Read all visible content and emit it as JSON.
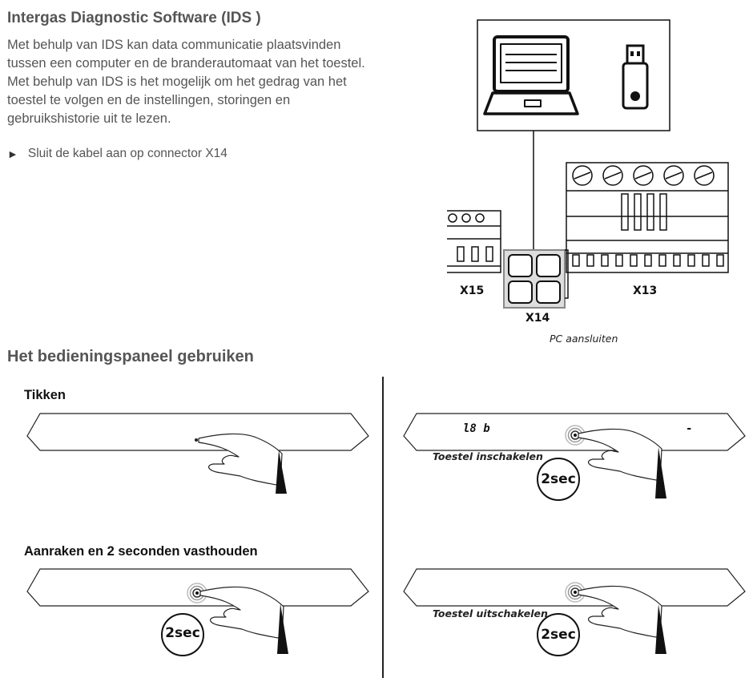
{
  "ids_section": {
    "title": "Intergas Diagnostic Software (IDS )",
    "body": "Met behulp van IDS kan data communicatie plaatsvinden tussen een computer en de branderautomaat van het toestel. Met behulp van IDS is het mogelijk om het gedrag van het toestel te volgen en de instellingen, storingen en gebruikshistorie uit te lezen.",
    "bullet": "Sluit de kabel aan op connector X14",
    "bullet_icon": "triangle-right-icon"
  },
  "connector_diagram": {
    "labels": {
      "x15": "X15",
      "x14": "X14",
      "x13": "X13"
    },
    "caption": "PC aansluiten",
    "icons": [
      "laptop-icon",
      "usb-stick-icon"
    ]
  },
  "panel_section": {
    "title": "Het bedieningspaneel gebruiken",
    "tap_title": "Tikken",
    "hold_title": "Aanraken en 2 seconden vasthouden",
    "hold_badge": "2sec",
    "on_caption": "Toestel inschakelen",
    "on_badge": "2sec",
    "on_display": "l8 b",
    "on_display_right": "-",
    "off_caption": "Toestel uitschakelen",
    "off_badge": "2sec"
  }
}
